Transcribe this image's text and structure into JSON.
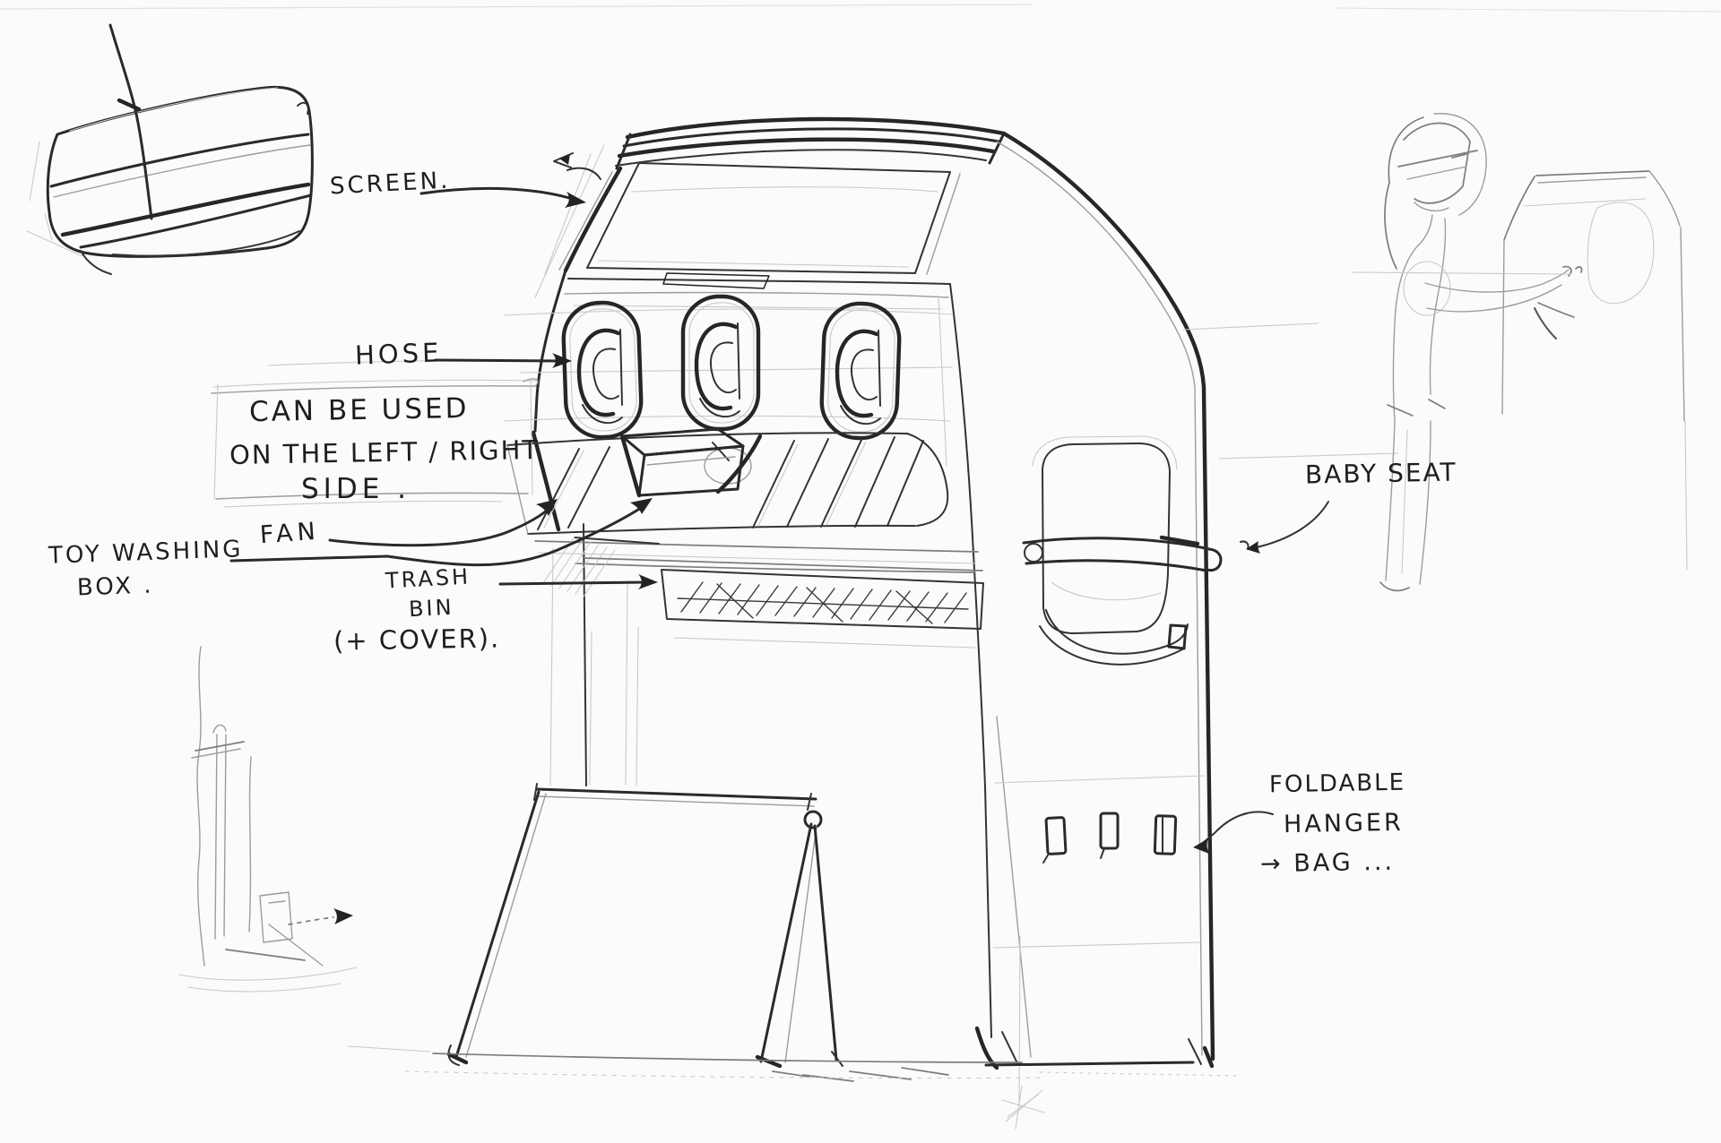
{
  "sketch": {
    "labels": {
      "screen": "SCREEN.",
      "hose": "HOSE",
      "note_line1": "CAN BE USED",
      "note_line2": "ON THE LEFT / RIGHT",
      "note_line3": "SIDE .",
      "fan": "FAN",
      "toy_washing_line1": "TOY WASHING",
      "toy_washing_line2": "BOX .",
      "trash_line1": "TRASH",
      "trash_line2": "BIN",
      "trash_line3": "(+ COVER).",
      "baby_seat": "BABY SEAT",
      "hanger_line1": "FOLDABLE",
      "hanger_line2": "HANGER",
      "hanger_line3": "→ BAG ..."
    },
    "colors": {
      "paper": "#fbfbfa",
      "ink": "#262626",
      "pencil": "#7d7d7d",
      "faint": "#c9c9c9"
    }
  }
}
